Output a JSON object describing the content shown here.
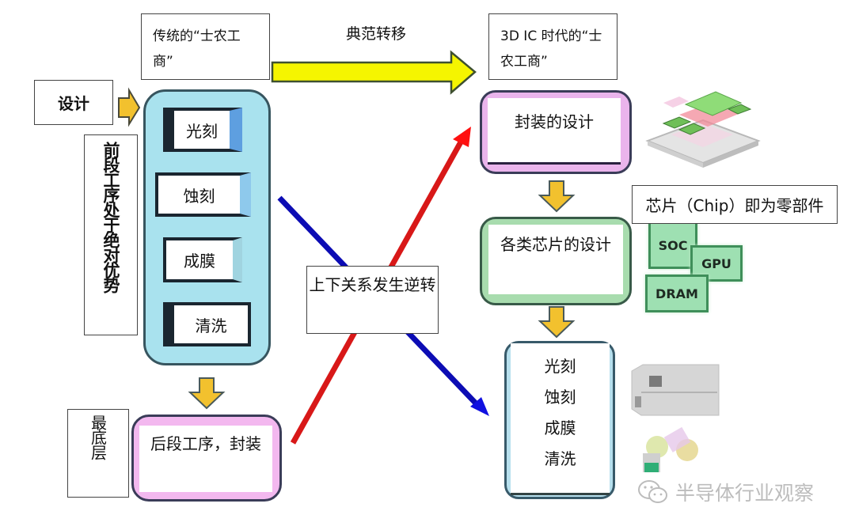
{
  "left": {
    "title": "传统的“士农工商”",
    "design_label": "设计",
    "frontend_label": "前段工序处于绝对优势",
    "frontend_steps": [
      "光刻",
      "蚀刻",
      "成膜",
      "清洗"
    ],
    "bottom_label": "最底层",
    "backend_label": "后段工序，封装"
  },
  "center": {
    "paradigm_label": "典范转移",
    "reverse_label": "上下关系发生逆转"
  },
  "right": {
    "title": "3D IC 时代的“士农工商”",
    "package_design": "封装的设计",
    "chip_parts_label": "芯片（Chip）即为零部件",
    "chip_design": "各类芯片的设计",
    "chips": [
      "SOC",
      "GPU",
      "DRAM"
    ],
    "fab_steps": [
      "光刻",
      "蚀刻",
      "成膜",
      "清洗"
    ]
  },
  "colors": {
    "frontend_fill": "#a9e2ee",
    "backend_fill": "#f3b8ef",
    "chip_design_fill": "#a8dcae",
    "paradigm_arrow": "#f5f500",
    "flow_arrow": "#f2c12e",
    "red_arrow": "#d81818",
    "blue_arrow": "#0c0cb4"
  },
  "watermark": {
    "icon": "wechat-icon",
    "text": "半导体行业观察"
  }
}
